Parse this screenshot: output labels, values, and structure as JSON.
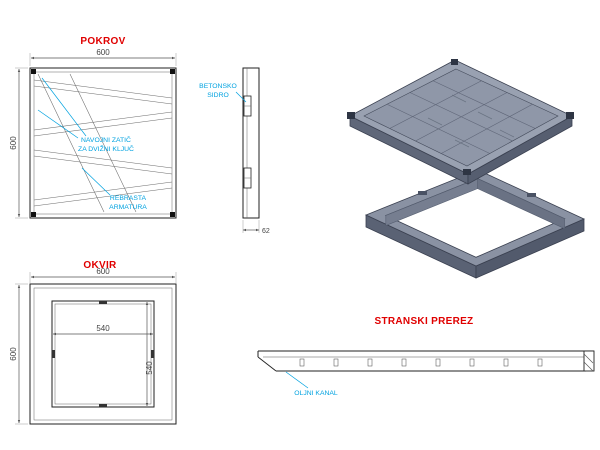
{
  "pokrov": {
    "title": "POKROV",
    "width": "600",
    "height": "600",
    "callout_navojni_1": "NAVOJNI ZATIČ",
    "callout_navojni_2": "ZA DVIŽNI KLJUČ",
    "callout_rebrasta_1": "REBRASTA",
    "callout_rebrasta_2": "ARMATURA"
  },
  "profile": {
    "callout_sidro_1": "BETONSKO",
    "callout_sidro_2": "SIDRO",
    "thickness": "62"
  },
  "okvir": {
    "title": "OKVIR",
    "width": "600",
    "height": "600",
    "inner_width": "540",
    "inner_height": "540"
  },
  "prerez": {
    "title": "STRANSKI PREREZ",
    "callout_oljni": "OLJNI KANAL"
  },
  "colors": {
    "title_red": "#e00000",
    "callout_cyan": "#00a2e0",
    "line_dark": "#222222",
    "dimension_gray": "#444444",
    "iso_top": "#99a1b1",
    "iso_panel": "#8f97a8",
    "iso_side": "#5f6779",
    "iso_frame": "#8a92a3"
  }
}
